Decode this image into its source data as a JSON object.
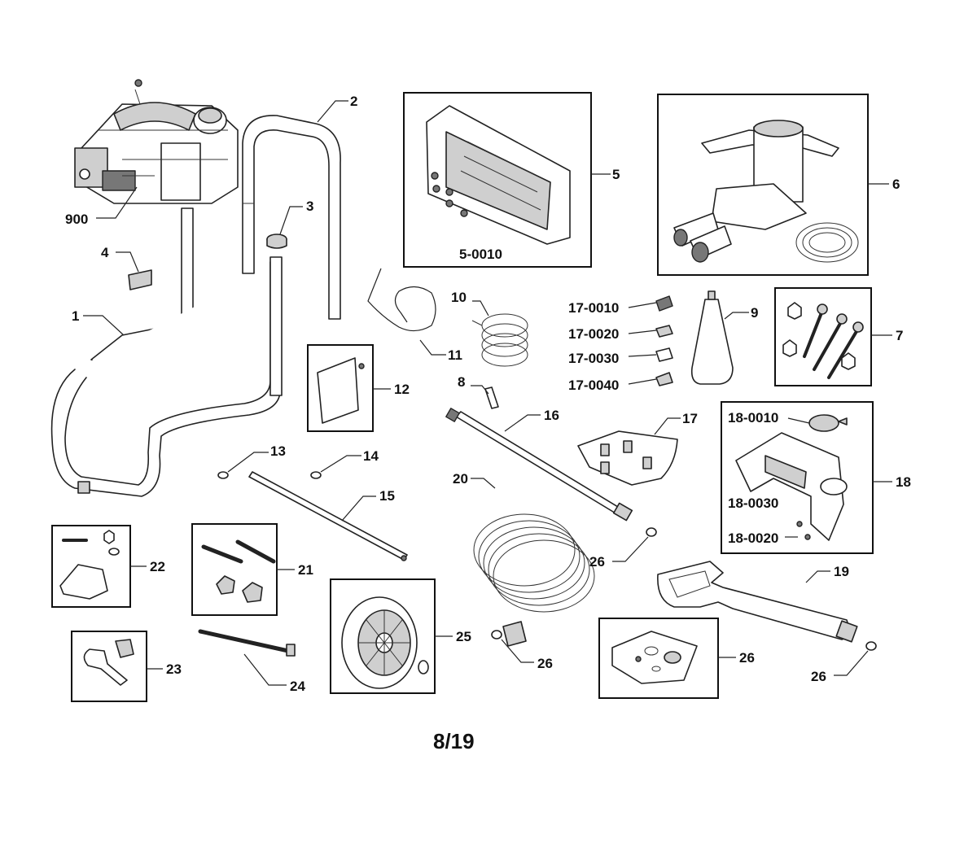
{
  "page_number": "8/19",
  "labels": {
    "p900": "900",
    "p1": "1",
    "p2": "2",
    "p3": "3",
    "p4": "4",
    "p5": "5",
    "p5_0010": "5-0010",
    "p6": "6",
    "p7": "7",
    "p8": "8",
    "p9": "9",
    "p10": "10",
    "p11": "11",
    "p12": "12",
    "p13": "13",
    "p14": "14",
    "p15": "15",
    "p16": "16",
    "p17": "17",
    "p17_0010": "17-0010",
    "p17_0020": "17-0020",
    "p17_0030": "17-0030",
    "p17_0040": "17-0040",
    "p18": "18",
    "p18_0010": "18-0010",
    "p18_0030": "18-0030",
    "p18_0020": "18-0020",
    "p19": "19",
    "p20": "20",
    "p21": "21",
    "p22": "22",
    "p23": "23",
    "p24": "24",
    "p25": "25",
    "p26_hose": "26",
    "p26_lance": "26",
    "p26_kit": "26",
    "p26_gun": "26"
  }
}
